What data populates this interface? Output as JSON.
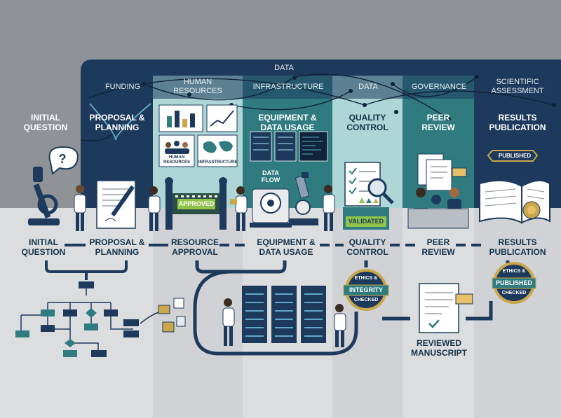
{
  "banner": {
    "label": "DATA"
  },
  "top_labels": {
    "funding": "FUNDING",
    "human_resources": "HUMAN RESOURCES",
    "infrastructure": "INFRASTRUCTURE",
    "data": "DATA",
    "governance": "GOVERNANCE",
    "scientific_assessment": "SCIENTIFIC ASSESSMENT"
  },
  "upper_stages": {
    "initial_question": "INITIAL QUESTION",
    "proposal_planning": "PROPOSAL & PLANNING",
    "equipment_data_usage": "EQUIPMENT & DATA USAGE",
    "quality_control": "QUALITY CONTROL",
    "peer_review": "PEER REVIEW",
    "results_publication": "RESULTS PUBLICATION"
  },
  "lower_stages": {
    "initial_question": "INITIAL QUESTION",
    "proposal_planning": "PROPOSAL & PLANNING",
    "resource_approval": "RESOURCE APPROVAL",
    "equipment_data_usage": "EQUIPMENT & DATA USAGE",
    "quality_control": "QUALITY CONTROL",
    "peer_review": "PEER REVIEW",
    "results_publication": "RESULTS PUBLICATION"
  },
  "resource_cards": {
    "human_resources": "HUMAN RESOURCES",
    "infrastructure": "INFRASTRUCTURE"
  },
  "tags": {
    "approved": "APPROVED",
    "data_flow": "DATA FLOW",
    "validated": "VALIDATED",
    "published_book": "PUBLISHED",
    "reviewed_manuscript": "REVIEWED MANUSCRIPT"
  },
  "seals": {
    "ethics_1": "ETHICS &",
    "integrity": "INTEGRITY",
    "checked_1": "CHECKED",
    "ethics_2": "ETHICS &",
    "published": "PUBLISHED",
    "checked_2": "CHECKED"
  },
  "colors": {
    "navy": "#1d3a5c",
    "teal": "#2f7b80",
    "light_teal": "#aed6d6",
    "gray_bg": "#c7c9cc",
    "lime": "#8fc34a"
  },
  "icons": [
    "microscope-icon",
    "question-bubble-icon",
    "pen-document-icon",
    "scientist-icon",
    "chart-card-icon",
    "world-map-icon",
    "server-rack-icon",
    "centrifuge-icon",
    "checklist-icon",
    "magnifier-icon",
    "document-stack-icon",
    "open-book-icon",
    "seal-icon",
    "folder-icon",
    "flowchart-icon"
  ]
}
